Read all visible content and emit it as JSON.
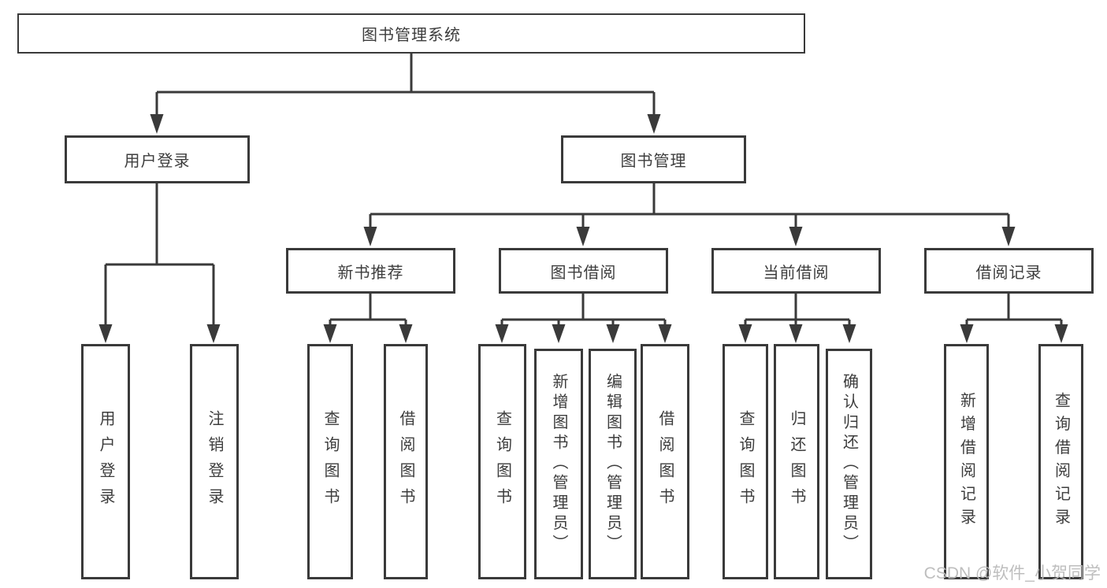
{
  "diagram": {
    "root": {
      "label": "图书管理系统",
      "children": [
        {
          "label": "用户登录",
          "children": [
            {
              "label": "用户登录"
            },
            {
              "label": "注销登录"
            }
          ]
        },
        {
          "label": "图书管理",
          "children": [
            {
              "label": "新书推荐",
              "children": [
                {
                  "label": "查询图书"
                },
                {
                  "label": "借阅图书"
                }
              ]
            },
            {
              "label": "图书借阅",
              "children": [
                {
                  "label": "查询图书"
                },
                {
                  "label": "新增图书（管理员）"
                },
                {
                  "label": "编辑图书（管理员）"
                },
                {
                  "label": "借阅图书"
                }
              ]
            },
            {
              "label": "当前借阅",
              "children": [
                {
                  "label": "查询图书"
                },
                {
                  "label": "归还图书"
                },
                {
                  "label": "确认归还（管理员）"
                }
              ]
            },
            {
              "label": "借阅记录",
              "children": [
                {
                  "label": "新增借阅记录"
                },
                {
                  "label": "查询借阅记录"
                }
              ]
            }
          ]
        }
      ]
    }
  },
  "watermark": "CSDN @软件_小贺同学",
  "colors": {
    "line": "#3a3a3a",
    "text": "#3d3d3d",
    "background": "#ffffff",
    "watermark": "#bababa"
  }
}
